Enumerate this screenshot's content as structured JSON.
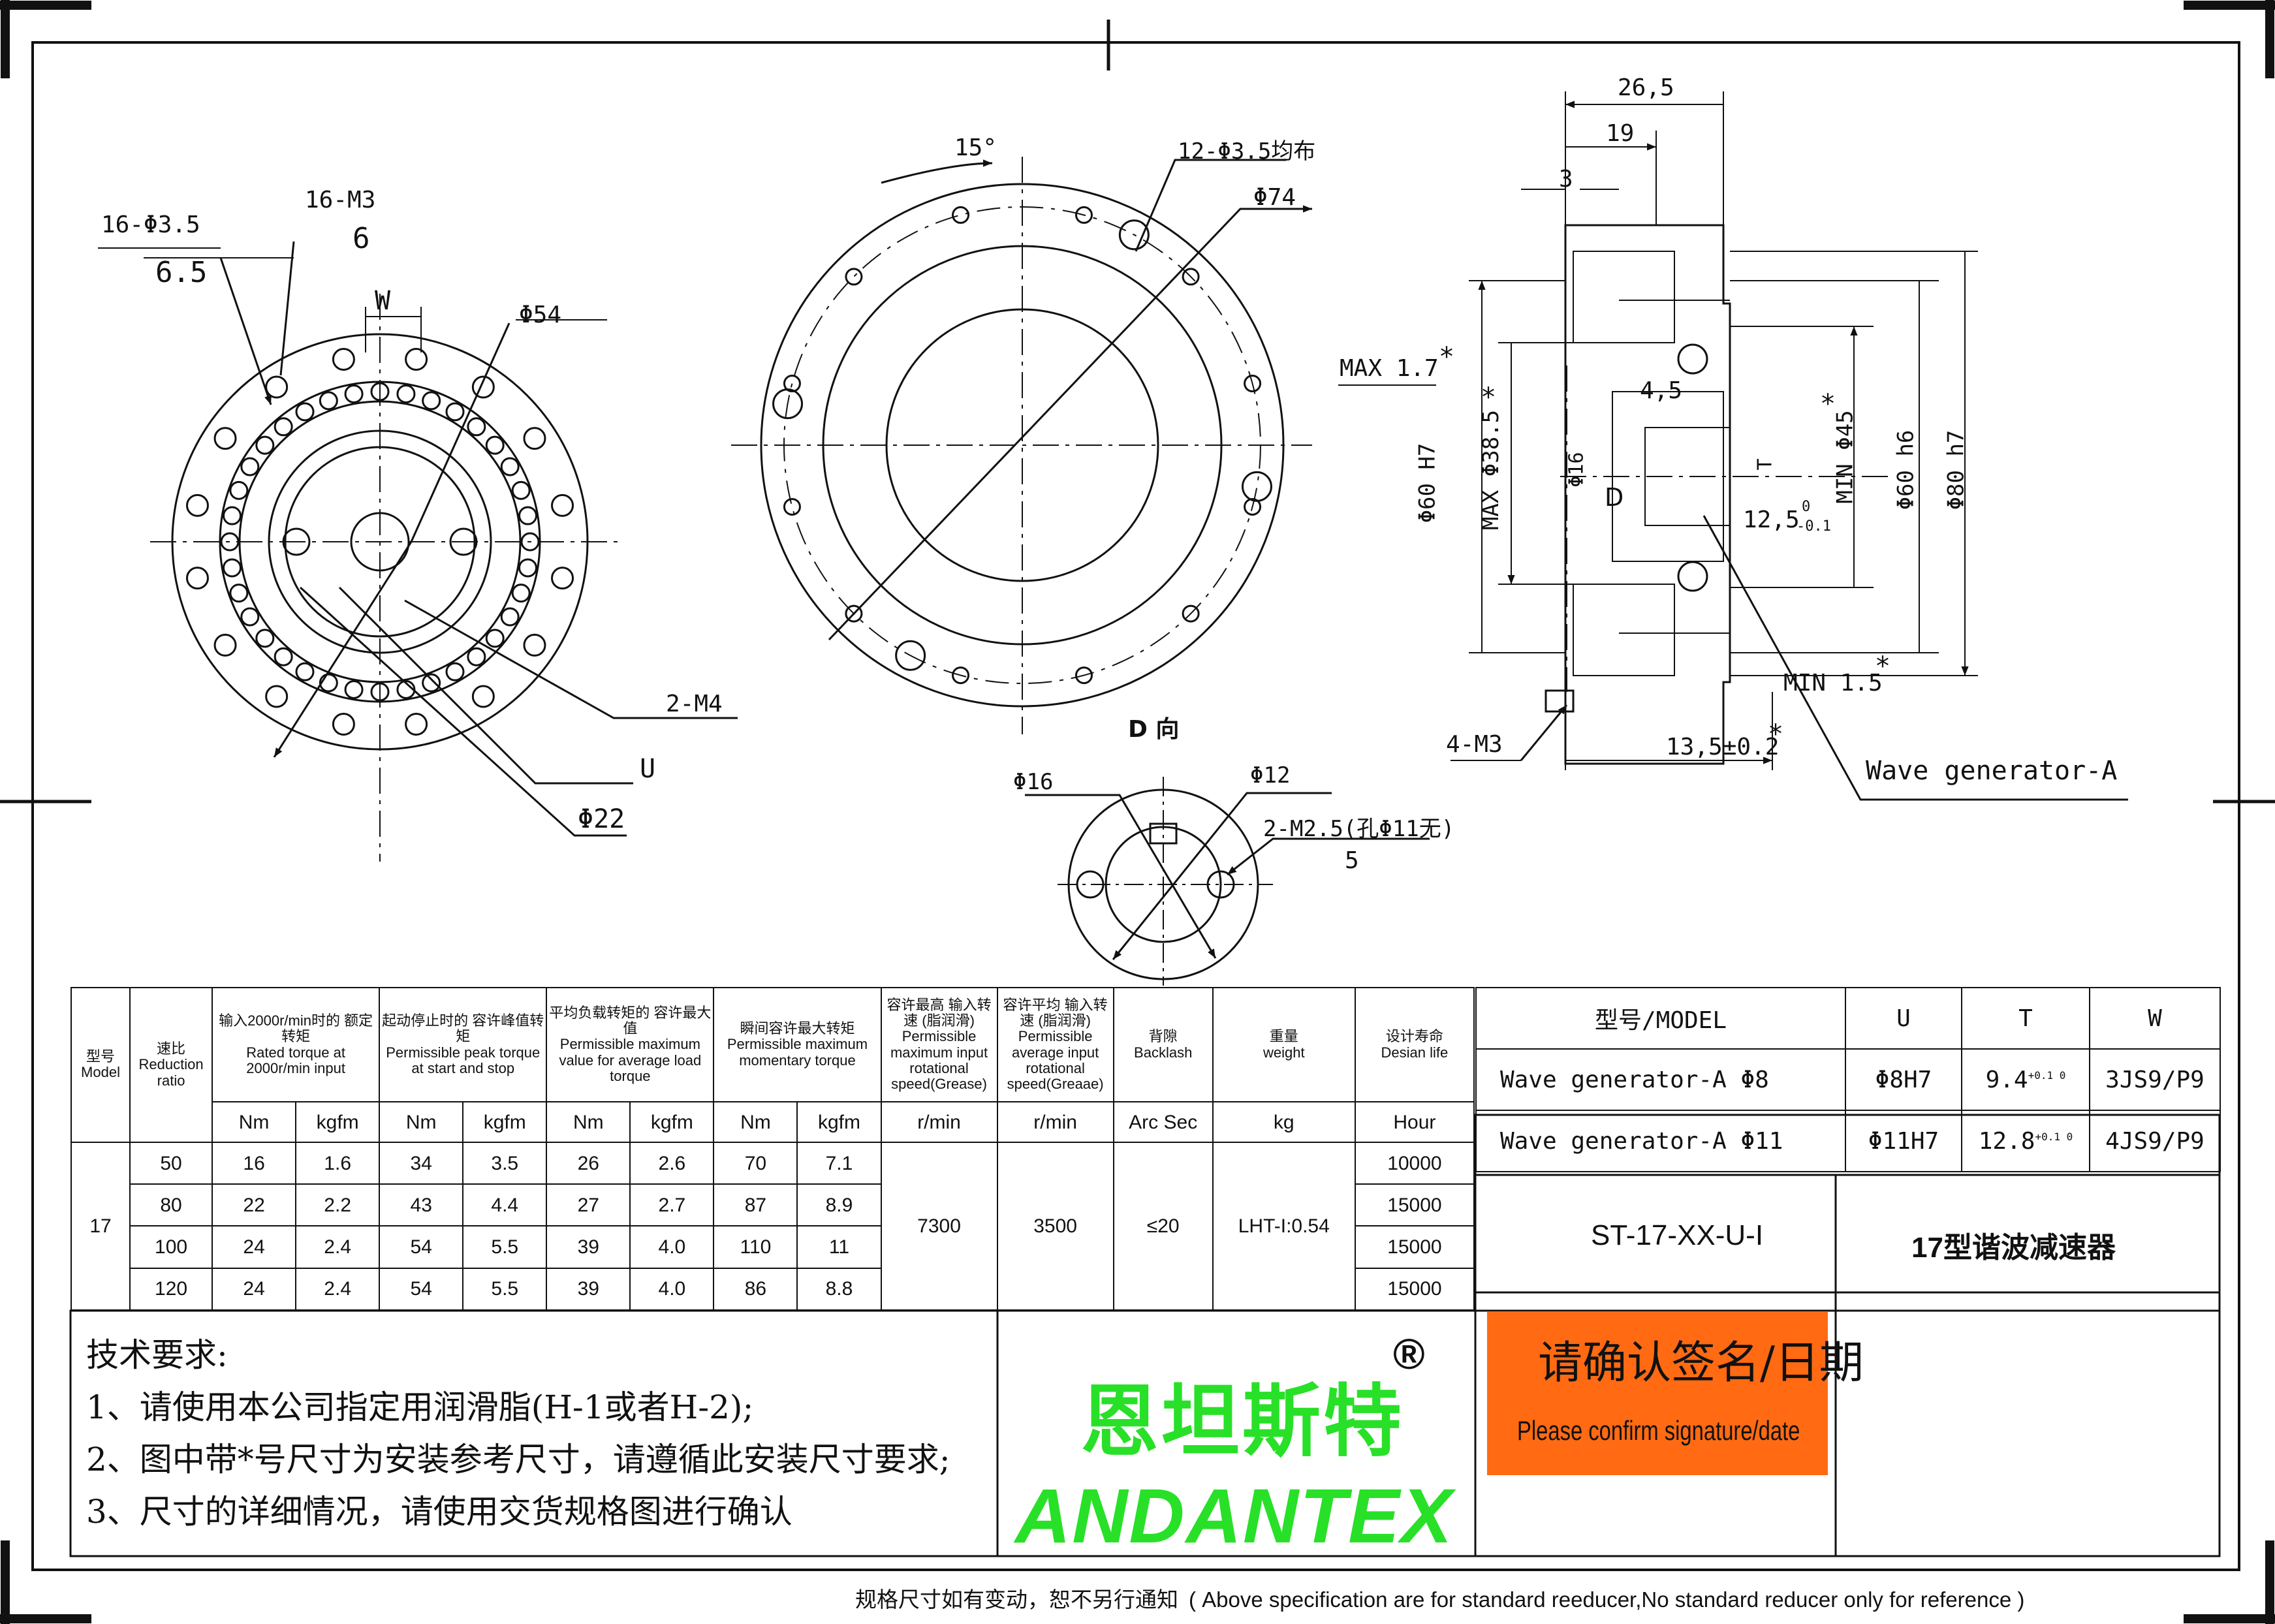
{
  "views": {
    "left": {
      "label_16_35": "16-Φ3.5",
      "label_depth_65": "6.5",
      "label_16_m3": "16-M3",
      "label_depth_6": "6",
      "label_w": "W",
      "label_d54": "Φ54",
      "label_2m4": "2-M4",
      "label_u": "U",
      "label_d22": "Φ22"
    },
    "middle": {
      "label_15deg": "15°",
      "label_12_35": "12-Φ3.5均布",
      "label_d74": "Φ74",
      "label_direction": "D 向"
    },
    "hub": {
      "label_d16": "Φ16",
      "label_d12": "Φ12",
      "label_2m25": "2-M2.5(孔Φ11无)",
      "label_depth_5": "5"
    },
    "right": {
      "label_265": "26,5",
      "label_19": "19",
      "label_3": "3",
      "label_max17": "MAX 1.7",
      "label_45": "4,5",
      "label_d60h7": "Φ60 H7",
      "label_max385": "MAX Φ38.5",
      "label_d16": "Φ16",
      "label_d": "D",
      "label_t": "T",
      "label_125": "12,5",
      "label_125_upper": "0",
      "label_125_lower": "-0.1",
      "label_min45": "MIN Φ45",
      "label_d60h6": "Φ60 h6",
      "label_d80h7": "Φ80 h7",
      "label_min15": "MIN 1.5",
      "label_4m3": "4-M3",
      "label_135": "13,5±0.2",
      "label_wave": "Wave generator-A",
      "asterisk": "*"
    }
  },
  "spec_table": {
    "headers": {
      "model": {
        "cn": "型号",
        "en": "Model"
      },
      "ratio": {
        "cn": "速比",
        "en": "Reduction ratio"
      },
      "rated": {
        "cn": "输入2000r/min时的 额定转矩",
        "en": "Rated torque at 2000r/min input"
      },
      "peak": {
        "cn": "起动停止时的 容许峰值转矩",
        "en": "Permissible peak torque at start and stop"
      },
      "avg": {
        "cn": "平均负载转矩的 容许最大值",
        "en": "Permissible maximum value for average load torque"
      },
      "moment": {
        "cn": "瞬间容许最大转矩",
        "en": "Permissible maximum momentary torque"
      },
      "max_speed": {
        "cn": "容许最高 输入转速 (脂润滑)",
        "en": "Permissible maximum input rotational speed(Grease)"
      },
      "avg_speed": {
        "cn": "容许平均 输入转速 (脂润滑)",
        "en": "Permissible average input rotational speed(Greaae)"
      },
      "backlash": {
        "cn": "背隙",
        "en": "Backlash"
      },
      "weight": {
        "cn": "重量",
        "en": "weight"
      },
      "life": {
        "cn": "设计寿命",
        "en": "Desian life"
      }
    },
    "units": {
      "nm": "Nm",
      "kgfm": "kgfm",
      "rmin": "r/min",
      "arcsec": "Arc Sec",
      "kg": "kg",
      "hour": "Hour"
    },
    "model_value": "17",
    "rows": [
      {
        "ratio": "50",
        "rated_nm": "16",
        "rated_kgfm": "1.6",
        "peak_nm": "34",
        "peak_kgfm": "3.5",
        "avg_nm": "26",
        "avg_kgfm": "2.6",
        "mom_nm": "70",
        "mom_kgfm": "7.1",
        "life": "10000"
      },
      {
        "ratio": "80",
        "rated_nm": "22",
        "rated_kgfm": "2.2",
        "peak_nm": "43",
        "peak_kgfm": "4.4",
        "avg_nm": "27",
        "avg_kgfm": "2.7",
        "mom_nm": "87",
        "mom_kgfm": "8.9",
        "life": "15000"
      },
      {
        "ratio": "100",
        "rated_nm": "24",
        "rated_kgfm": "2.4",
        "peak_nm": "54",
        "peak_kgfm": "5.5",
        "avg_nm": "39",
        "avg_kgfm": "4.0",
        "mom_nm": "110",
        "mom_kgfm": "11",
        "life": "15000"
      },
      {
        "ratio": "120",
        "rated_nm": "24",
        "rated_kgfm": "2.4",
        "peak_nm": "54",
        "peak_kgfm": "5.5",
        "avg_nm": "39",
        "avg_kgfm": "4.0",
        "mom_nm": "86",
        "mom_kgfm": "8.8",
        "life": "15000"
      }
    ],
    "max_speed": "7300",
    "avg_speed": "3500",
    "backlash": "≤20",
    "weight": "LHT-I:0.54"
  },
  "model_table": {
    "headers": {
      "model": "型号/MODEL",
      "u": "U",
      "t": "T",
      "w": "W"
    },
    "rows": [
      {
        "model": "Wave generator-A Φ8",
        "u": "Φ8H7",
        "t": "9.4",
        "t_tol": "+0.1 0",
        "w": "3JS9/P9"
      },
      {
        "model": "Wave generator-A Φ11",
        "u": "Φ11H7",
        "t": "12.8",
        "t_tol": "+0.1 0",
        "w": "4JS9/P9"
      }
    ]
  },
  "title_block": {
    "code": "ST-17-XX-U-I",
    "name": "17型谐波减速器",
    "confirm_cn": "请确认签名/日期",
    "confirm_en": "Please confirm signature/date"
  },
  "tech_req": {
    "title": "技术要求:",
    "line1": "1、请使用本公司指定用润滑脂(H-1或者H-2);",
    "line2": "2、图中带*号尺寸为安装参考尺寸，请遵循此安装尺寸要求;",
    "line3": "3、尺寸的详细情况，请使用交货规格图进行确认"
  },
  "brand": {
    "cn": "恩坦斯特",
    "en": "ANDANTEX",
    "registered": "®",
    "color": "#28e028"
  },
  "confirm_color": "#ff6a12",
  "footer": {
    "cn": "规格尺寸如有变动，恕不另行通知",
    "en": "( Above specification are for standard reeducer,No standard reducer only for reference )"
  }
}
